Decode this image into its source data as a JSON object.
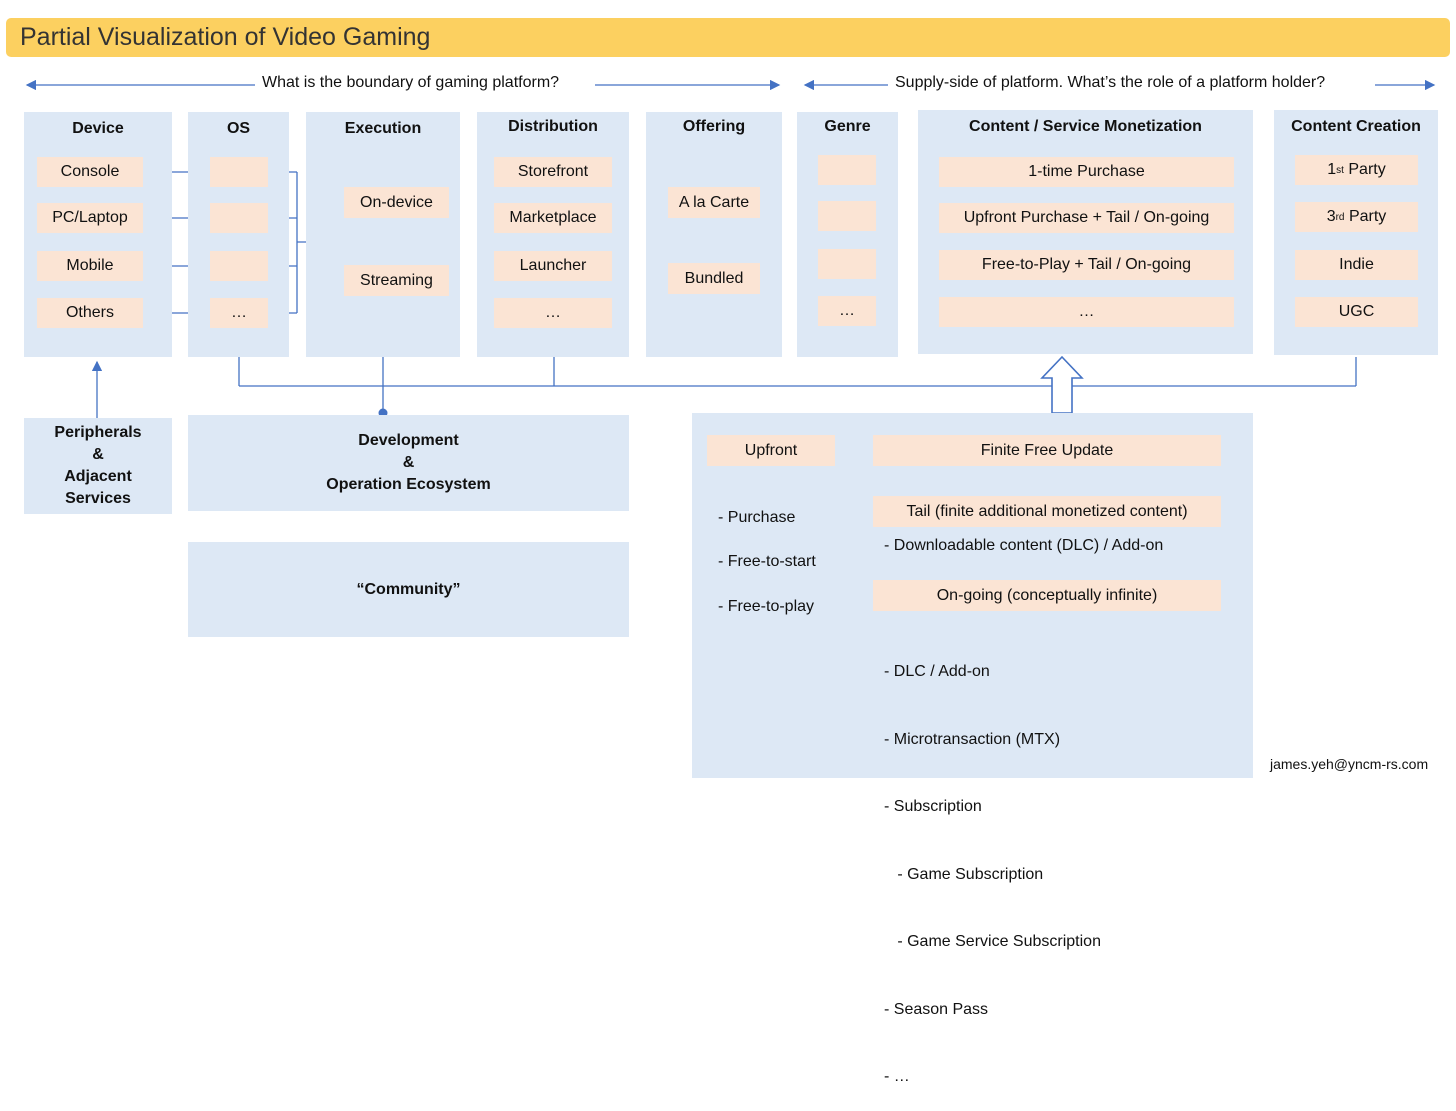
{
  "title": "Partial Visualization of Video Gaming",
  "arrows": {
    "left": "What is the boundary of gaming platform?",
    "right": "Supply-side of platform. What’s the role of a platform holder?"
  },
  "device": {
    "header": "Device",
    "items": [
      "Console",
      "PC/Laptop",
      "Mobile",
      "Others"
    ]
  },
  "os": {
    "header": "OS",
    "items": [
      "",
      "",
      "",
      "…"
    ]
  },
  "execution": {
    "header": "Execution",
    "items": [
      "On-device",
      "Streaming"
    ]
  },
  "distribution": {
    "header": "Distribution",
    "items": [
      "Storefront",
      "Marketplace",
      "Launcher",
      "…"
    ]
  },
  "offering": {
    "header": "Offering",
    "items": [
      "A la Carte",
      "Bundled"
    ]
  },
  "genre": {
    "header": "Genre",
    "items": [
      "",
      "",
      "",
      "…"
    ]
  },
  "monetization": {
    "header": "Content / Service Monetization",
    "items": [
      "1-time Purchase",
      "Upfront Purchase + Tail / On-going",
      "Free-to-Play + Tail / On-going",
      "…"
    ]
  },
  "creation": {
    "header": "Content Creation",
    "items": [
      {
        "base": "1",
        "sup": "st",
        "rest": " Party"
      },
      {
        "base": "3",
        "sup": "rd",
        "rest": " Party"
      },
      {
        "base": "Indie",
        "sup": "",
        "rest": ""
      },
      {
        "base": "UGC",
        "sup": "",
        "rest": ""
      }
    ]
  },
  "peripherals": {
    "line1": "Peripherals",
    "line2": "&",
    "line3": "Adjacent",
    "line4": "Services"
  },
  "development": {
    "line1": "Development",
    "line2": "&",
    "line3": "Operation Ecosystem"
  },
  "community": "“Community”",
  "detail": {
    "upfront": "Upfront",
    "finite_free": "Finite Free Update",
    "models": [
      "- Purchase",
      "- Free-to-start",
      "- Free-to-play"
    ],
    "tail": "Tail (finite additional monetized content)",
    "tail_items": [
      "- Downloadable content (DLC) / Add-on"
    ],
    "ongoing": "On-going (conceptually infinite)",
    "ongoing_items": [
      "- DLC / Add-on",
      "- Microtransaction (MTX)",
      "- Subscription",
      "   - Game Subscription",
      "   - Game Service Subscription",
      "- Season Pass",
      "- …"
    ]
  },
  "credit": "james.yeh@yncm-rs.com",
  "colors": {
    "title_bg": "#fcd060",
    "panel": "#dde8f5",
    "item": "#fbe4d4",
    "line": "#4472c4"
  }
}
